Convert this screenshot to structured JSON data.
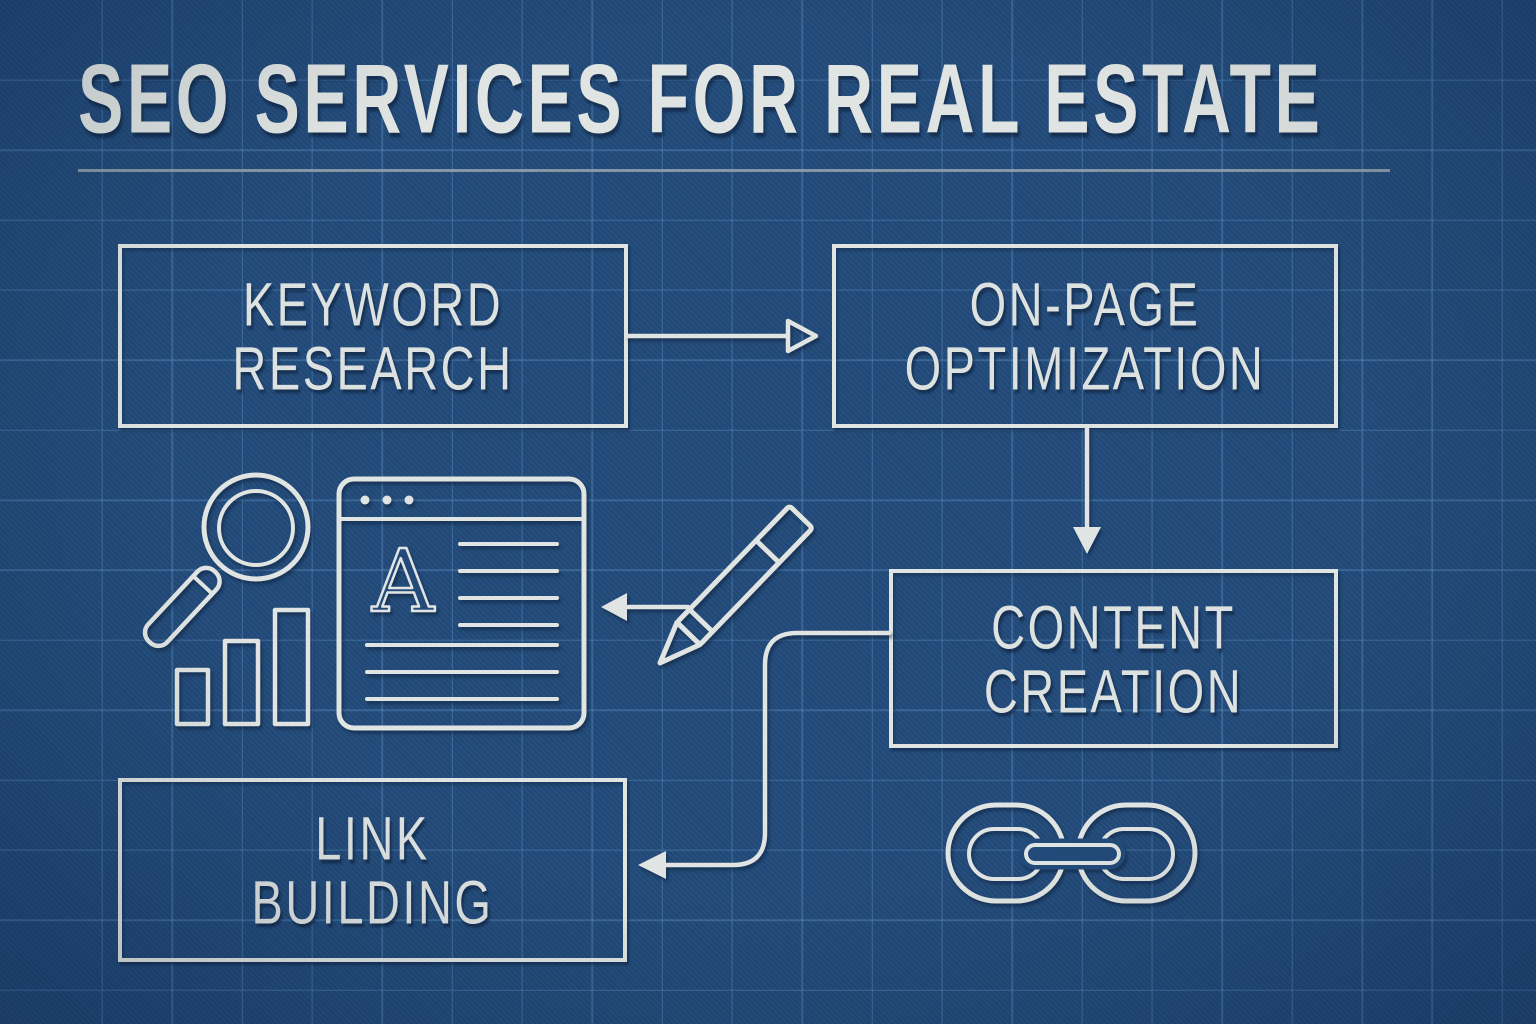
{
  "title": "SEO SERVICES FOR REAL ESTATE",
  "boxes": {
    "keyword": {
      "line1": "KEYWORD",
      "line2": "RESEARCH"
    },
    "onpage": {
      "line1": "ON-PAGE",
      "line2": "OPTIMIZATION"
    },
    "content": {
      "line1": "CONTENT",
      "line2": "CREATION"
    },
    "link": {
      "line1": "LINK",
      "line2": "BUILDING"
    }
  },
  "icons": {
    "magnifier_bar_chart": "magnifying-glass-with-bar-chart",
    "document_window": "browser-document-window",
    "document_letter": "A",
    "pencil": "pencil",
    "chain": "chain-links"
  },
  "colors": {
    "background": "#1e4777",
    "grid_line": "#4d82b4",
    "stroke": "#dfe4e2",
    "text": "#dce1e0",
    "underline": "#97a2a8"
  }
}
